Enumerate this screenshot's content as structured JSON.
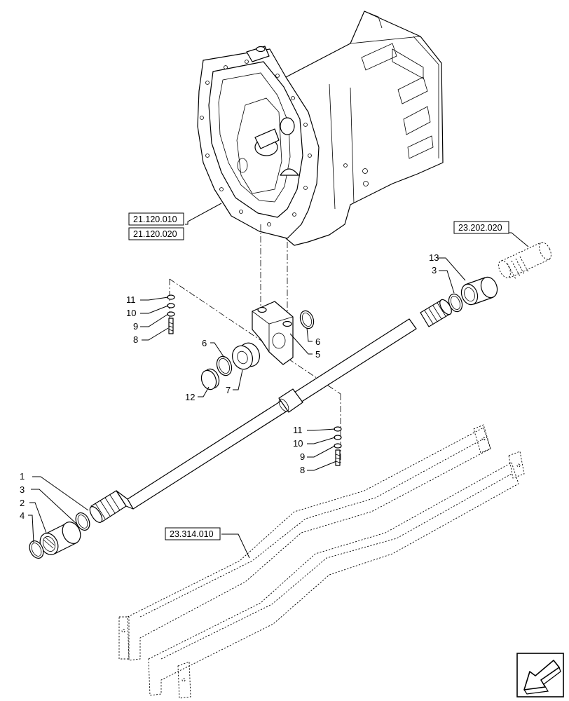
{
  "refs": {
    "r1": "21.120.010",
    "r2": "21.120.020",
    "r3": "23.202.020",
    "r4": "23.314.010"
  },
  "labels": {
    "l1": "1",
    "l2": "2",
    "l3a": "3",
    "l3b": "3",
    "l4": "4",
    "l5": "5",
    "l6a": "6",
    "l6b": "6",
    "l7": "7",
    "l8a": "8",
    "l8b": "8",
    "l9a": "9",
    "l9b": "9",
    "l10a": "10",
    "l10b": "10",
    "l11a": "11",
    "l11b": "11",
    "l12": "12",
    "l13": "13"
  },
  "icons": {
    "nav": "arrow-icon"
  }
}
